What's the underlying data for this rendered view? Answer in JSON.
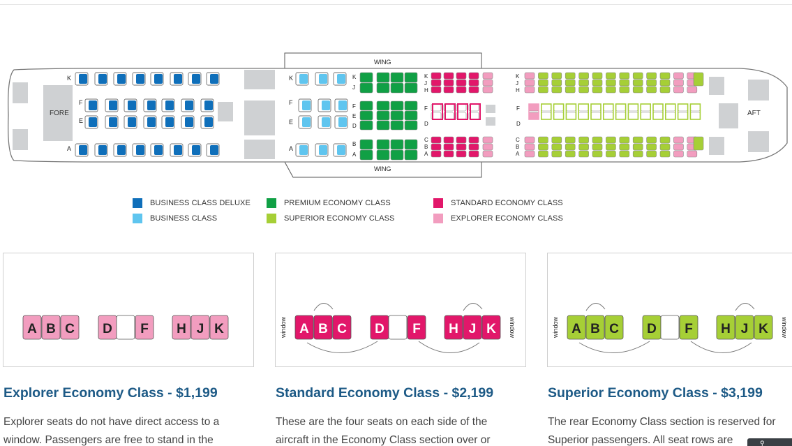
{
  "seatmap": {
    "fore_label": "FORE",
    "aft_label": "AFT",
    "wing_label": "WING",
    "business_rows_labels": {
      "top": "K",
      "mid_upper": "F",
      "mid_lower": "E",
      "bottom": "A"
    },
    "mid_section_labels": {
      "top": "K",
      "mid_upper": "F",
      "mid_lower": "E",
      "bottom": "A"
    },
    "premium_labels": [
      "K",
      "J",
      "F",
      "E",
      "D",
      "B",
      "A"
    ],
    "standard_labels": [
      "K",
      "J",
      "H",
      "F",
      "D",
      "C",
      "B",
      "A"
    ],
    "rear_labels": [
      "K",
      "J",
      "H",
      "F",
      "D",
      "C",
      "B",
      "A"
    ]
  },
  "legend": [
    {
      "label": "BUSINESS CLASS DELUXE",
      "color": "#0f6fba"
    },
    {
      "label": "BUSINESS CLASS",
      "color": "#5fc5ef"
    },
    {
      "label": "PREMIUM ECONOMY CLASS",
      "color": "#10a045"
    },
    {
      "label": "SUPERIOR ECONOMY CLASS",
      "color": "#a6cf36"
    },
    {
      "label": "STANDARD ECONOMY CLASS",
      "color": "#e2176a"
    },
    {
      "label": "EXPLORER ECONOMY CLASS",
      "color": "#f29dbf"
    }
  ],
  "colors": {
    "explorer": "#f29dbf",
    "standard": "#e2176a",
    "superior": "#a6cf36",
    "title": "#1d5a86"
  },
  "panels": [
    {
      "seats_left": [
        "A",
        "B",
        "C"
      ],
      "seats_mid": [
        "D",
        "F"
      ],
      "seats_right": [
        "H",
        "J",
        "K"
      ],
      "window_label": "",
      "title": "Explorer Economy Class - $1,199",
      "desc_line1": "Explorer seats do not have direct access to a",
      "desc_line2": "window. Passengers are free to stand in the"
    },
    {
      "seats_left": [
        "A",
        "B",
        "C"
      ],
      "seats_mid": [
        "D",
        "F"
      ],
      "seats_right": [
        "H",
        "J",
        "K"
      ],
      "window_label": "window",
      "title": "Standard Economy Class - $2,199",
      "desc_line1": "These are the four seats on each side of the",
      "desc_line2": "aircraft in the Economy Class section over or"
    },
    {
      "seats_left": [
        "A",
        "B",
        "C"
      ],
      "seats_mid": [
        "D",
        "F"
      ],
      "seats_right": [
        "H",
        "J",
        "K"
      ],
      "window_label": "window",
      "title": "Superior Economy Class - $3,199",
      "desc_line1": "The rear Economy Class section is reserved for",
      "desc_line2": "Superior passengers. All seat rows are"
    }
  ]
}
